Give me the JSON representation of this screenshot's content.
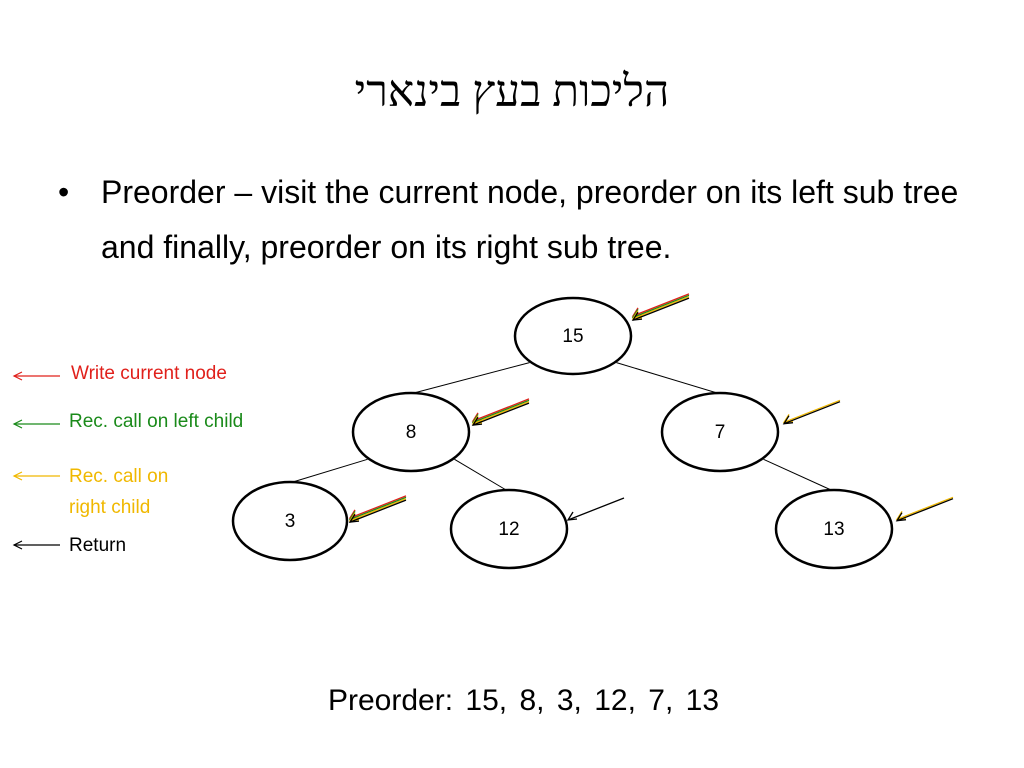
{
  "title": "הליכות בעץ בינארי",
  "bullet": {
    "marker": "•",
    "text": "Preorder – visit the current node, preorder on its left sub tree and finally, preorder on its right sub tree."
  },
  "colors": {
    "write": "#e0201b",
    "left": "#1a8a1a",
    "right": "#f0b800",
    "return": "#000000"
  },
  "legend": [
    {
      "label": "Write current node",
      "color": "#e0201b"
    },
    {
      "label": "Rec. call on left child",
      "color": "#1a8a1a"
    },
    {
      "label": "Rec. call on\nright child",
      "color": "#f0b800"
    },
    {
      "label": "Return",
      "color": "#000000"
    }
  ],
  "tree": {
    "nodes": [
      {
        "id": "n15",
        "label": "15",
        "arrows": [
          "write",
          "left",
          "right",
          "return"
        ]
      },
      {
        "id": "n8",
        "label": "8",
        "arrows": [
          "write",
          "left",
          "right",
          "return"
        ]
      },
      {
        "id": "n7",
        "label": "7",
        "arrows": [
          "right",
          "return"
        ]
      },
      {
        "id": "n3",
        "label": "3",
        "arrows": [
          "write",
          "left",
          "right",
          "return"
        ]
      },
      {
        "id": "n12",
        "label": "12",
        "arrows": [
          "return"
        ]
      },
      {
        "id": "n13",
        "label": "13",
        "arrows": [
          "right",
          "return"
        ]
      }
    ],
    "edges": [
      [
        "n15",
        "n8"
      ],
      [
        "n15",
        "n7"
      ],
      [
        "n8",
        "n3"
      ],
      [
        "n8",
        "n12"
      ],
      [
        "n7",
        "n13"
      ]
    ]
  },
  "result": {
    "label": "Preorder:",
    "sequence": [
      "15,",
      "8,",
      "3,",
      "12,",
      "7,",
      "13"
    ]
  }
}
